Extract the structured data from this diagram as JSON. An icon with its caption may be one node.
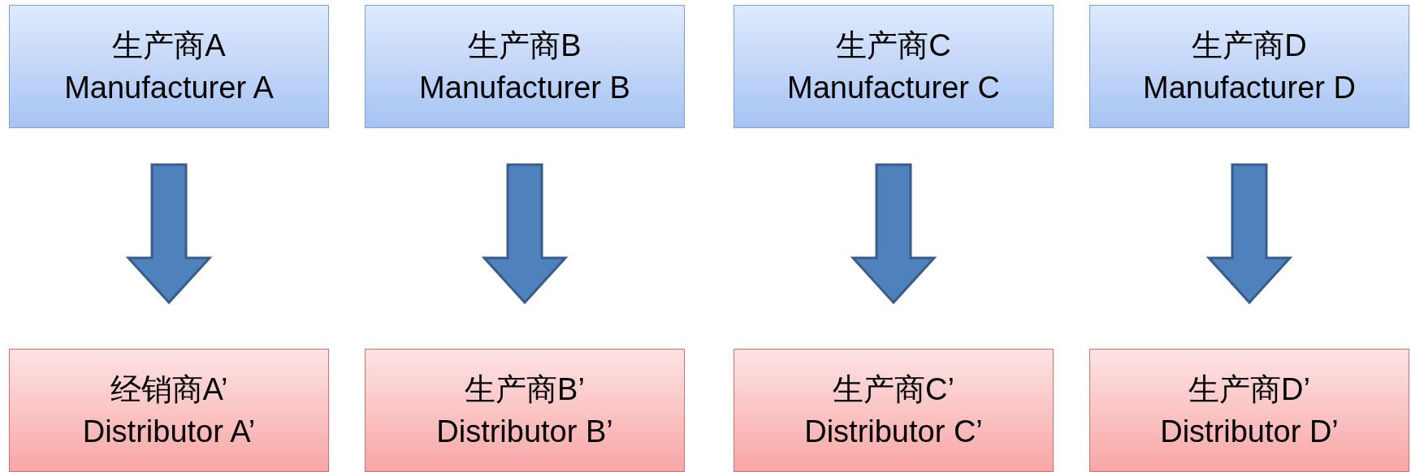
{
  "diagram": {
    "nodes": [
      {
        "text": [
          "生产商A",
          "Manufacturer A"
        ]
      },
      {
        "text": [
          "生产商B",
          "Manufacturer B"
        ]
      },
      {
        "text": [
          "生产商C",
          "Manufacturer C"
        ]
      },
      {
        "text": [
          "生产商D",
          "Manufacturer D"
        ]
      },
      {
        "text": [
          "经销商A’",
          "Distributor A’"
        ]
      },
      {
        "text": [
          "生产商B’",
          "Distributor B’"
        ]
      },
      {
        "text": [
          "生产商C’",
          "Distributor C’"
        ]
      },
      {
        "text": [
          "生产商D’",
          "Distributor D’"
        ]
      }
    ],
    "edges": [
      {
        "from": 0,
        "to": 4,
        "arrow": "to"
      },
      {
        "from": 1,
        "to": 5,
        "arrow": "to"
      },
      {
        "from": 2,
        "to": 6,
        "arrow": "to"
      },
      {
        "from": 3,
        "to": 7,
        "arrow": "to"
      }
    ]
  }
}
